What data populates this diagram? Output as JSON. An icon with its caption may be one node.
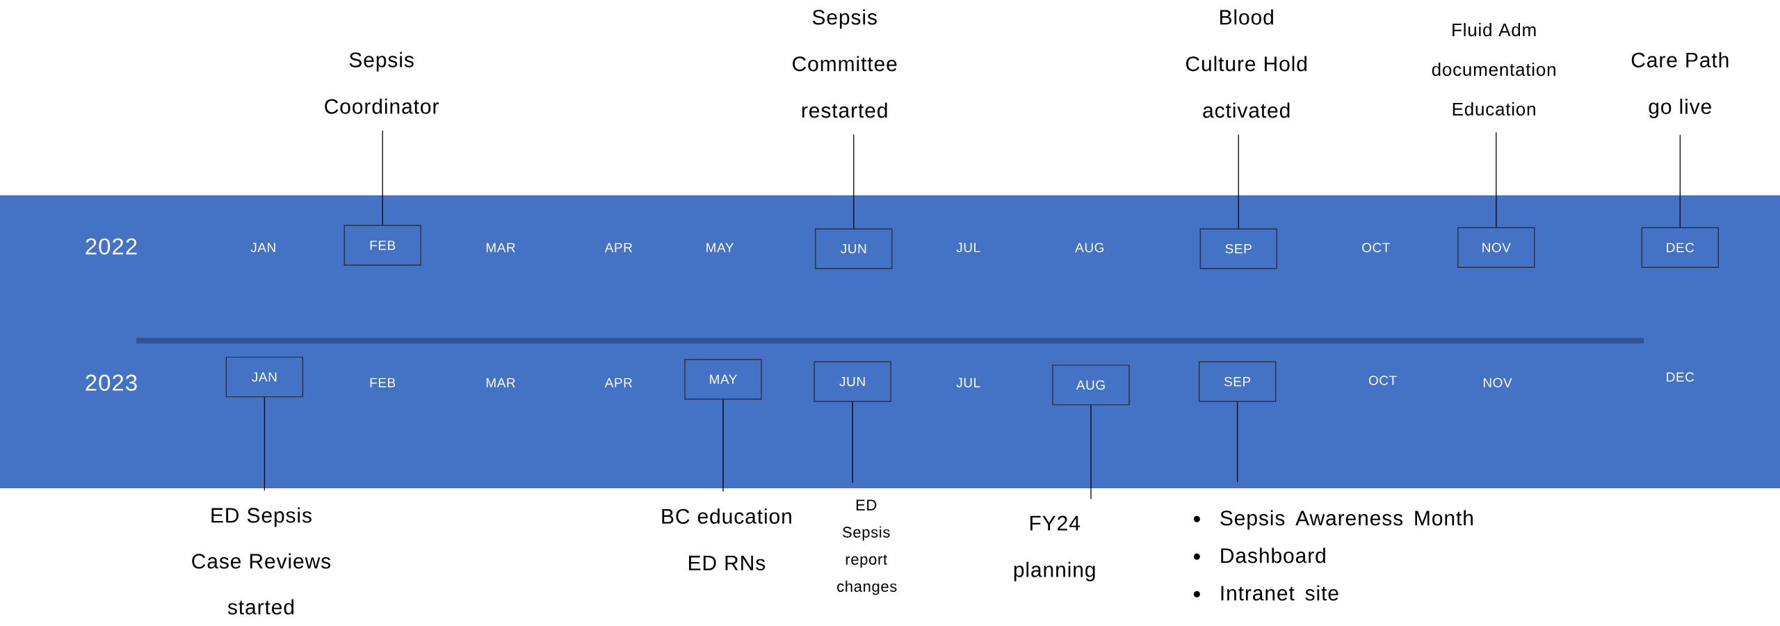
{
  "diagram": {
    "nodes": [
      {
        "text": [
          "Sepsis Coordinator"
        ]
      },
      {
        "text": [
          "Sepsis Committee restarted"
        ]
      },
      {
        "text": [
          "Blood Culture Hold activated"
        ]
      },
      {
        "text": [
          "Fluid Adm documentation Education"
        ]
      },
      {
        "text": [
          "Care Path go live"
        ]
      },
      {
        "text": [
          "FEB"
        ]
      },
      {
        "text": [
          "JUN"
        ]
      },
      {
        "text": [
          "SEP"
        ]
      },
      {
        "text": [
          "NOV"
        ]
      },
      {
        "text": [
          "DEC"
        ]
      },
      {
        "text": [
          "JAN"
        ]
      },
      {
        "text": [
          "MAY"
        ]
      },
      {
        "text": [
          "JUN"
        ]
      },
      {
        "text": [
          "AUG"
        ]
      },
      {
        "text": [
          "SEP"
        ]
      },
      {
        "text": [
          "ED Sepsis Case Reviews started"
        ]
      },
      {
        "text": [
          "BC education ED RNs"
        ]
      },
      {
        "text": [
          "ED Sepsis report changes"
        ]
      },
      {
        "text": [
          "FY24 planning"
        ]
      },
      {
        "text": [
          "Sepsis Awareness Month",
          "Dashboard",
          "Intranet site"
        ]
      }
    ],
    "edges": [
      {
        "from": 0,
        "to": 5,
        "arrow": "none"
      },
      {
        "from": 1,
        "to": 6,
        "arrow": "none"
      },
      {
        "from": 2,
        "to": 7,
        "arrow": "none"
      },
      {
        "from": 3,
        "to": 8,
        "arrow": "none"
      },
      {
        "from": 4,
        "to": 9,
        "arrow": "none"
      },
      {
        "from": 15,
        "to": 10,
        "arrow": "none"
      },
      {
        "from": 16,
        "to": 11,
        "arrow": "none"
      },
      {
        "from": 17,
        "to": 12,
        "arrow": "none"
      },
      {
        "from": 18,
        "to": 13,
        "arrow": "none"
      },
      {
        "from": 19,
        "to": 14,
        "arrow": "none"
      }
    ],
    "labels": [
      "2022",
      "JAN",
      "MAR",
      "APR",
      "MAY",
      "JUL",
      "AUG",
      "OCT",
      "2023",
      "FEB",
      "MAR",
      "APR",
      "JUL",
      "OCT",
      "NOV",
      "DEC"
    ]
  }
}
